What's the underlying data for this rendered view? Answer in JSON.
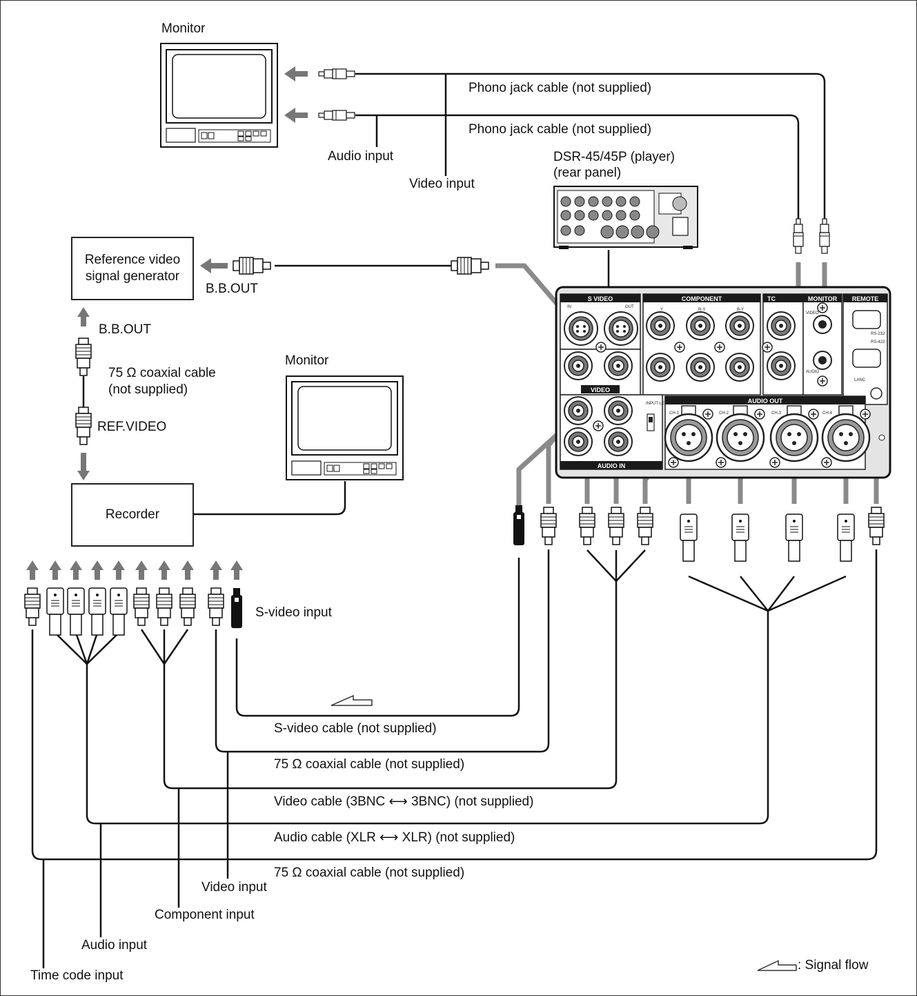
{
  "labels": {
    "monitor_top": "Monitor",
    "monitor_mid": "Monitor",
    "phono_cable_1": "Phono jack cable (not supplied)",
    "phono_cable_2": "Phono jack cable (not supplied)",
    "audio_input_monitor": "Audio input",
    "video_input_monitor": "Video input",
    "player_name": "DSR-45/45P (player)",
    "player_sub": "(rear panel)",
    "bb_out_gen": "B.B.OUT",
    "bb_out_rec": "B.B.OUT",
    "coax_ref_1": "75 Ω coaxial cable",
    "coax_ref_2": "(not supplied)",
    "ref_video": "REF.VIDEO",
    "svideo_input": "S-video input",
    "svideo_cable": "S-video cable (not supplied)",
    "coax_video_cable": "75 Ω coaxial cable (not supplied)",
    "video_cable_3bnc": "Video cable (3BNC ⟷ 3BNC) (not supplied)",
    "audio_cable_xlr": "Audio cable (XLR ⟷ XLR) (not supplied)",
    "coax_tc_cable": "75 Ω coaxial cable (not supplied)",
    "video_input_rec": "Video input",
    "component_input": "Component input",
    "audio_input_rec": "Audio input",
    "timecode_input": "Time code input",
    "signal_flow": ": Signal flow"
  },
  "boxes": {
    "ref_gen_line1": "Reference video",
    "ref_gen_line2": "signal generator",
    "recorder": "Recorder"
  },
  "panel": {
    "s_video": "S VIDEO",
    "component": "COMPONENT",
    "tc": "TC",
    "monitor": "MONITOR",
    "remote": "REMOTE",
    "video": "VIDEO",
    "audio_out": "AUDIO OUT",
    "audio_in": "AUDIO IN",
    "jack_in": "IN",
    "jack_out": "OUT",
    "comp_y": "Y",
    "comp_ry": "R-Y",
    "comp_by": "B-Y",
    "ch1": "CH-1",
    "ch2": "CH-2",
    "ch3": "CH-3",
    "ch4": "CH-4",
    "rs232": "RS-232",
    "rs422": "RS-422",
    "lanc": "LANC",
    "input_level": "INPUT LEVEL",
    "video_jack": "VIDEO",
    "audio_jack": "AUDIO"
  },
  "icons": {
    "arrow": "signal-arrow-icon",
    "flow": "signal-flow-icon",
    "bnc": "bnc-connector-icon",
    "xlr": "xlr-connector-icon",
    "rca": "rca-plug-icon",
    "svideo": "svideo-plug-icon"
  },
  "colors": {
    "line": "#111111",
    "thick_line": "#888888",
    "panel": "#dddddd",
    "panel_header": "#1a1a1a"
  }
}
